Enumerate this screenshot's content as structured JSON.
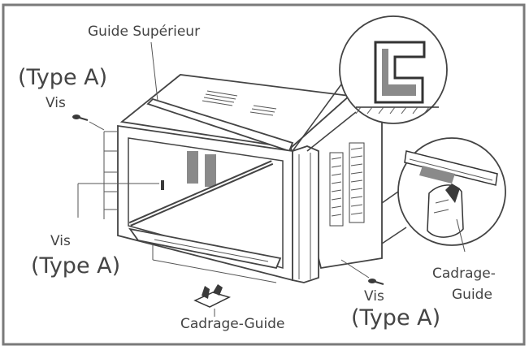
{
  "labels": {
    "guide_superieur": "Guide Supérieur",
    "type_a_top_left": "(Type A)",
    "vis_top_left": "Vis",
    "vis_mid_left": "Vis",
    "type_a_mid_left": "(Type A)",
    "cadrage_guide_bottom": "Cadrage-Guide",
    "vis_bottom_right": "Vis",
    "type_a_bottom_right": "(Type A)",
    "cadrage_right_1": "Cadrage-",
    "cadrage_right_2": "Guide"
  },
  "colors": {
    "line": "#444444",
    "border": "#7a7a7a",
    "background": "#ffffff"
  }
}
